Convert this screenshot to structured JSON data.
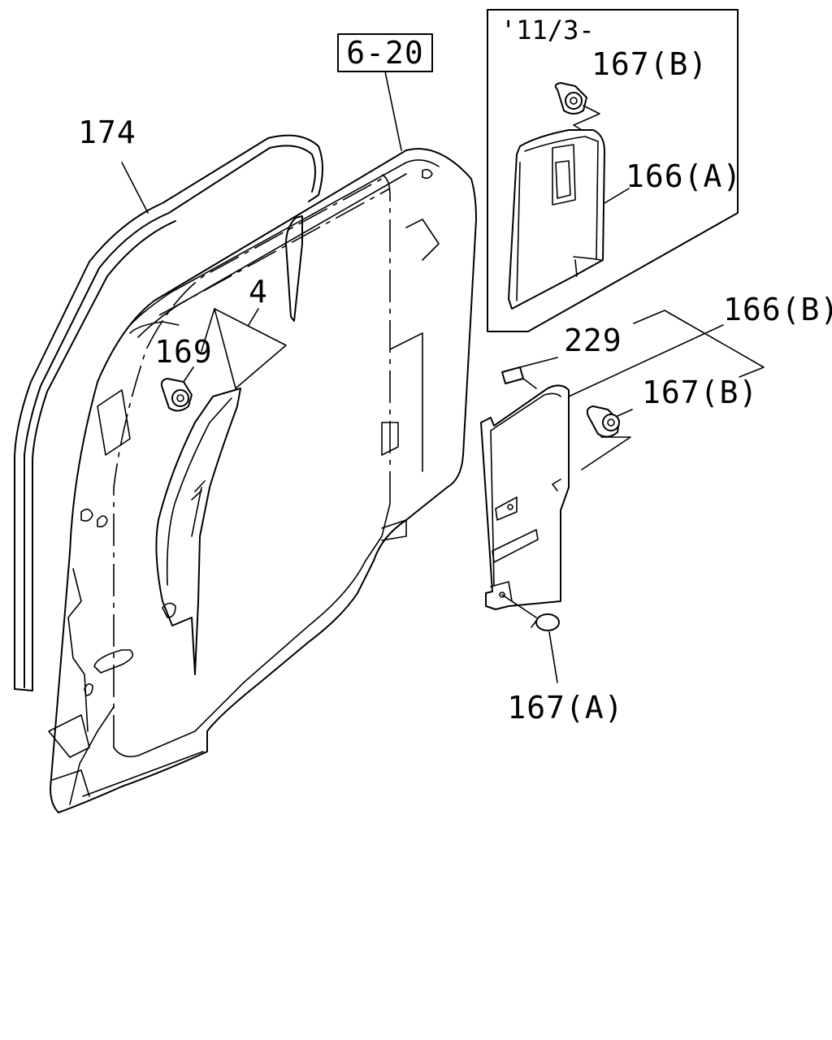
{
  "labels": {
    "ref_box": "6-20",
    "p174": "174",
    "p4": "4",
    "p169": "169",
    "p229": "229",
    "p166b": "166(B)",
    "p167b_lower": "167(B)",
    "p167a": "167(A)",
    "inset_date": "'11/3-",
    "p167b_inset": "167(B)",
    "p166a": "166(A)"
  }
}
